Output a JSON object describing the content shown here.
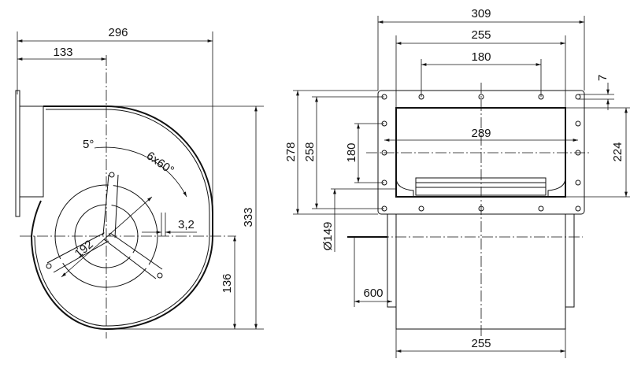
{
  "side_view": {
    "dim_width": "296",
    "dim_axis_offset": "133",
    "dim_angle_offset": "5°",
    "dim_hole_pattern": "6x60°",
    "dim_gap": "3,2",
    "dim_bolt_circle": "192",
    "dim_height": "333",
    "dim_axis_height": "136"
  },
  "front_view": {
    "dim_flange_width": "309",
    "dim_outlet_width": "255",
    "dim_hole_spacing_top": "180",
    "dim_hole_offset": "7",
    "dim_hole_spacing_inner": "289",
    "dim_outlet_height": "224",
    "dim_flange_height": "278",
    "dim_hole_spacing_vertical": "258",
    "dim_hole_spacing_side": "180",
    "dim_inlet_diameter": "Ø149",
    "dim_cable_length": "600",
    "dim_housing_width": "255"
  }
}
